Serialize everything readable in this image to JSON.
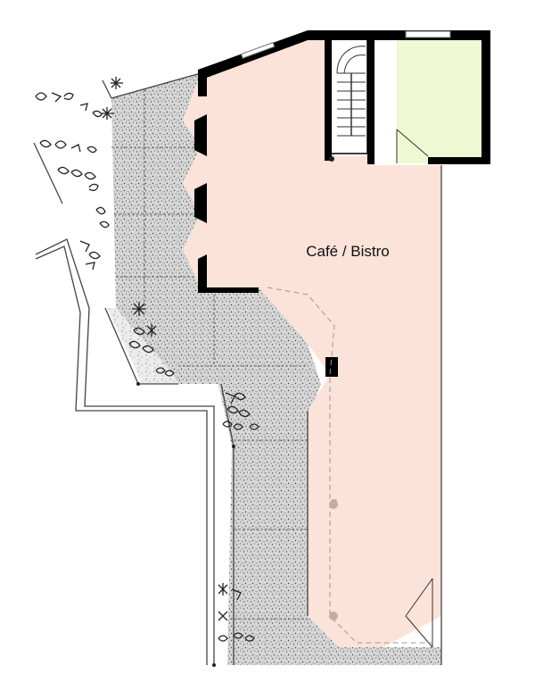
{
  "plan": {
    "rooms": [
      {
        "name": "cafe-bistro",
        "label": "Café / Bistro",
        "fill": "#fbe3d9"
      },
      {
        "name": "side-room",
        "label": "",
        "fill": "#eef8d2"
      }
    ],
    "colors": {
      "wall": "#000000",
      "terrace": "#c8c8c8",
      "line": "#555555",
      "paving_line": "#666666"
    },
    "features": [
      "staircase",
      "terrace-paving",
      "planting",
      "columns",
      "door-swing"
    ]
  }
}
